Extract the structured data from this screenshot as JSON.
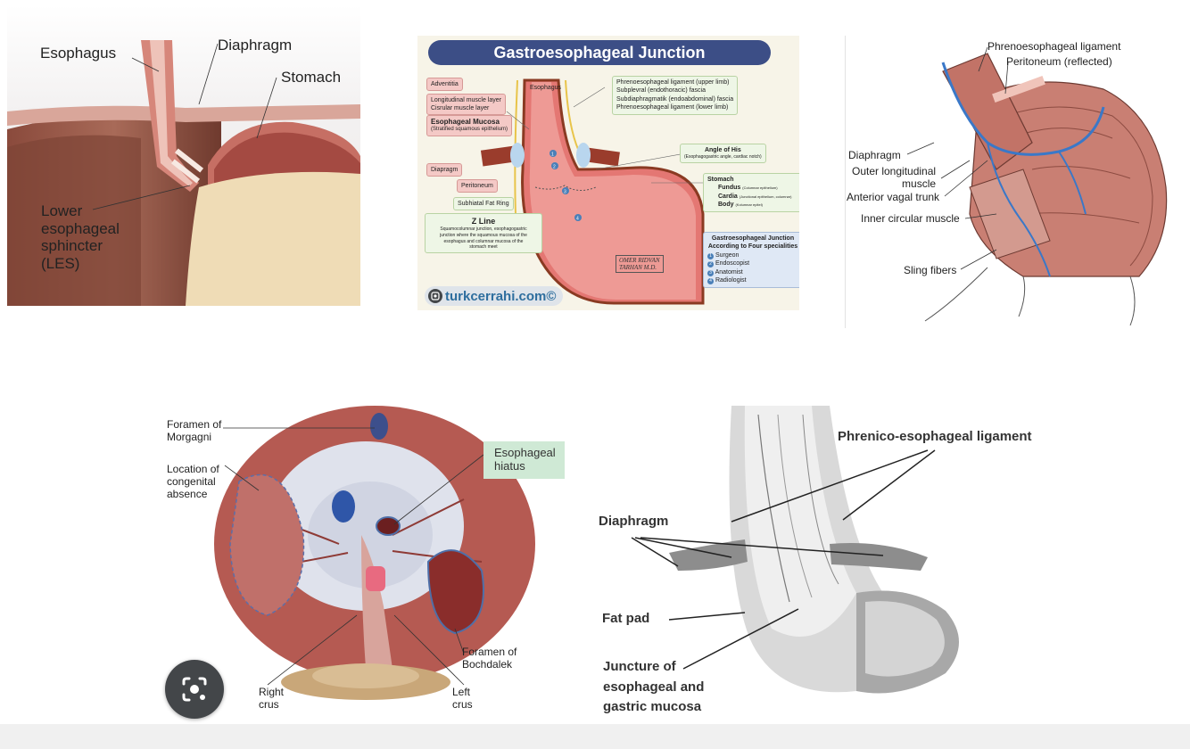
{
  "tile1": {
    "labels": {
      "esophagus": "Esophagus",
      "diaphragm": "Diaphragm",
      "stomach": "Stomach",
      "les": "Lower\nesophageal\nsphincter\n(LES)"
    }
  },
  "tile2": {
    "title": "Gastroesophageal Junction",
    "adventitia": "Adventitia",
    "muscle_layers": "Longitudinal muscle layer\nCisrular muscle layer",
    "mucosa_title": "Esophageal Mucosa",
    "mucosa_sub": "(Stratified squamous epithelium)",
    "diapragm": "Diapragm",
    "peritoneum": "Peritoneum",
    "fat_ring": "Subhiatal Fat Ring",
    "zline_title": "Z Line",
    "zline_desc": "Squamocolumnar junction, esophagogastric\njunction where the squamous mucosa of the\nesophagus and columnar mucosa of the\nstomach meet",
    "esophagus": "Esophagus",
    "ligaments": "Phrenoesophageal ligament (upper limb)\nSubplevral (endothoracic) fascia\nSubdiaphragmatik (endoabdominal) fascia\nPhrenoesophageal ligament (lower limb)",
    "angle_title": "Angle of His",
    "angle_sub": "(Esophagogastric angle, cardiac notch)",
    "stomach_title": "Stomach",
    "fundus": "Fundus",
    "fundus_sub": "(Columnar epithelium)",
    "cardia": "Cardia",
    "cardia_sub": "(Junctional epithelium, columnar)",
    "body": "Body",
    "body_sub": "(Kolumnar epitel)",
    "specialities_title": "Gastroesophageal Junction\nAccording to Four specialities",
    "specialities": [
      "Surgeon",
      "Endoscopist",
      "Anatomist",
      "Radiologist"
    ],
    "signature": "OMER RIDVAN\nTARHAN M.D.",
    "watermark": "turkcerrahi.com©"
  },
  "tile3": {
    "phreno": "Phrenoesophageal ligament",
    "peritoneum": "Peritoneum (reflected)",
    "diaphragm": "Diaphragm",
    "outer": "Outer longitudinal\nmuscle",
    "vagal": "Anterior vagal trunk",
    "inner": "Inner circular muscle",
    "sling": "Sling fibers"
  },
  "tile4": {
    "morgagni": "Foramen of\nMorgagni",
    "location": "Location of\ncongenital\nabsence",
    "hiatus": "Esophageal\nhiatus",
    "bochdalek": "Foramen of\nBochdalek",
    "right_crus": "Right\ncrus",
    "left_crus": "Left\ncrus"
  },
  "tile5": {
    "phrenico": "Phrenico-esophageal ligament",
    "diaphragm": "Diaphragm",
    "fat_pad": "Fat pad",
    "juncture": "Juncture of\nesophageal and\ngastric mucosa"
  },
  "colors": {
    "muscle": "#b8635b",
    "title_bar": "#3c4e86",
    "vagal": "#3a78c8",
    "lens_bg": "#434649"
  }
}
